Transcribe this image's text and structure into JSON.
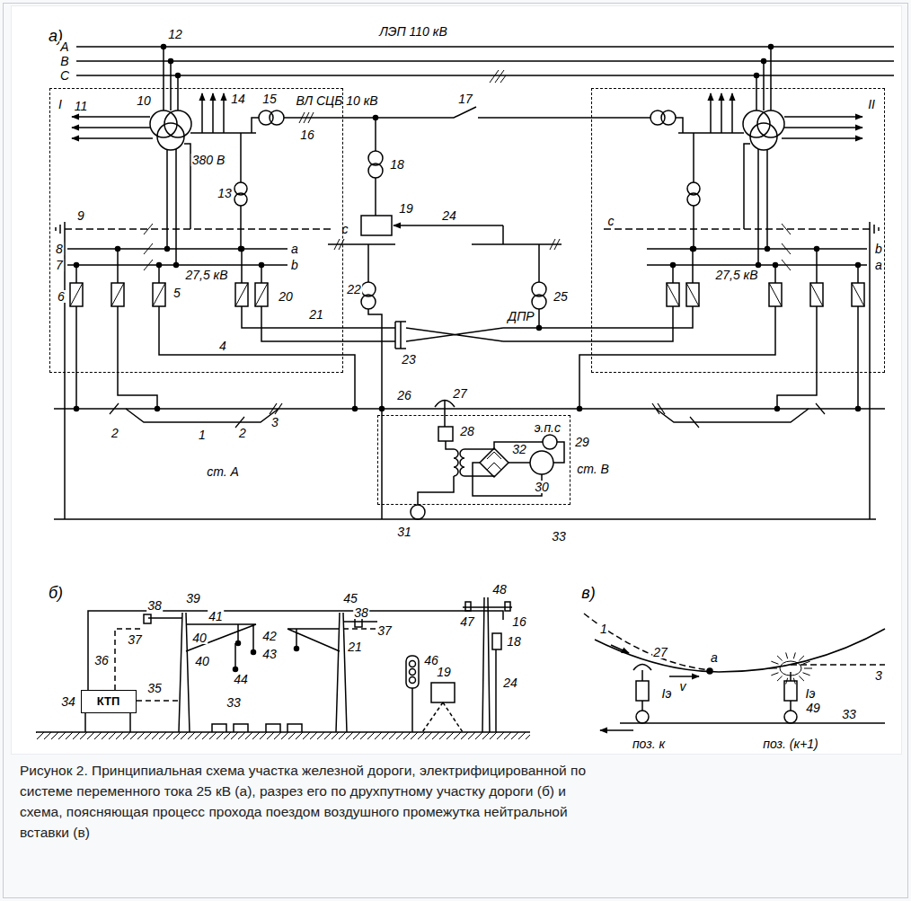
{
  "diagram": {
    "caption": "Рисунок 2. Принципиальная схема участка железной дороги, электрифицированной по системе переменного тока 25 кВ (а), разрез его по друхпутному участку дороги (б) и схема, поясняющая процесс прохода поездом воздушного промежутка нейтральной вставки (в)",
    "nodes": [
      {
        "text": [
          "I"
        ]
      },
      {
        "text": [
          "II"
        ]
      },
      {
        "text": [
          "э.п.с"
        ]
      },
      {
        "text": [
          "КТП"
        ]
      }
    ],
    "labels": [
      "а)",
      "A",
      "B",
      "C",
      "12",
      "ЛЭП 110 кВ",
      "11",
      "10",
      "14",
      "15",
      "ВЛ СЦБ 10 кВ",
      "380 В",
      "16",
      "17",
      "18",
      "13",
      "19",
      "24",
      "9",
      "c",
      "8",
      "a",
      "7",
      "b",
      "27,5 кВ",
      "6",
      "5",
      "20",
      "22",
      "25",
      "21",
      "23",
      "ДПР",
      "4",
      "2",
      "1",
      "2",
      "3",
      "ст. А",
      "26",
      "27",
      "28",
      "29",
      "30",
      "31",
      "32",
      "ст. В",
      "33",
      "c",
      "b",
      "27,5 кВ",
      "a",
      "б)",
      "39",
      "45",
      "38",
      "41",
      "38",
      "37",
      "37",
      "40",
      "42",
      "40",
      "43",
      "44",
      "21",
      "36",
      "35",
      "34",
      "33",
      "46",
      "48",
      "47",
      "16",
      "18",
      "19",
      "24",
      "в)",
      "1",
      "27",
      "a",
      "3",
      "v",
      "Iэ",
      "Iэ",
      "49",
      "33",
      "поз. к",
      "поз. (к+1)"
    ]
  }
}
